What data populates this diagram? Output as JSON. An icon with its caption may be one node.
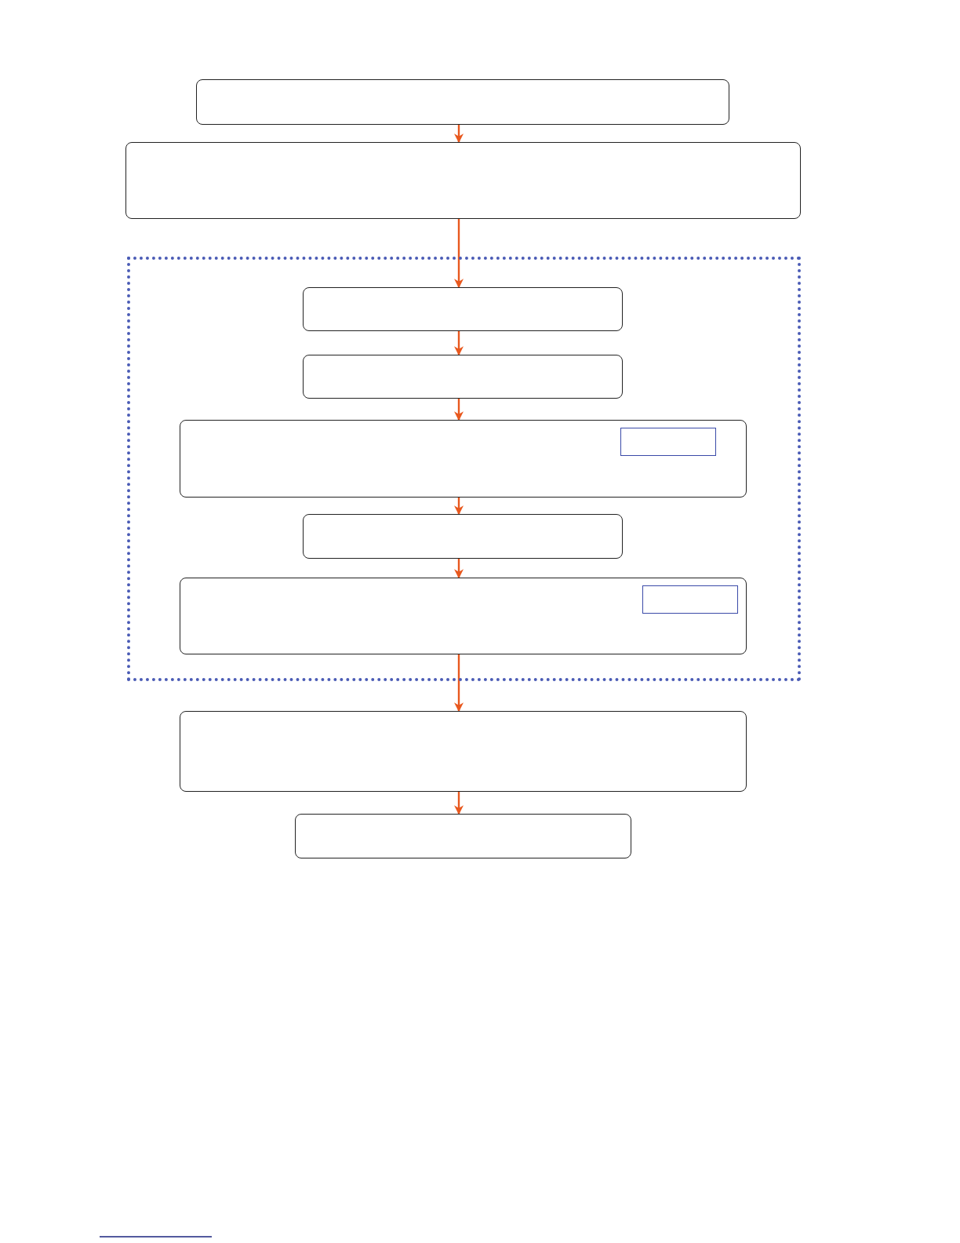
{
  "diagram": {
    "nodes": [
      {
        "text": [],
        "shape": "box"
      },
      {
        "text": [],
        "shape": "box"
      },
      {
        "text": [],
        "shape": "box"
      },
      {
        "text": [],
        "shape": "box",
        "in": 2
      },
      {
        "text": [],
        "shape": "box",
        "in": 2
      },
      {
        "text": [],
        "shape": "box",
        "in": 2
      },
      {
        "text": [],
        "shape": "box",
        "in": 5
      },
      {
        "text": [],
        "shape": "box",
        "in": 2
      },
      {
        "text": [],
        "shape": "box",
        "in": 2
      },
      {
        "text": [],
        "shape": "box",
        "in": 8
      },
      {
        "text": [],
        "shape": "box"
      },
      {
        "text": [],
        "shape": "box"
      }
    ],
    "edges": [
      {
        "from": 0,
        "to": 1,
        "arrow": "to"
      },
      {
        "from": 1,
        "to": 3,
        "arrow": "to"
      },
      {
        "from": 3,
        "to": 4,
        "arrow": "to"
      },
      {
        "from": 4,
        "to": 5,
        "arrow": "to"
      },
      {
        "from": 5,
        "to": 7,
        "arrow": "to"
      },
      {
        "from": 7,
        "to": 8,
        "arrow": "to"
      },
      {
        "from": 8,
        "to": 10,
        "arrow": "to"
      },
      {
        "from": 10,
        "to": 11,
        "arrow": "to"
      }
    ]
  }
}
